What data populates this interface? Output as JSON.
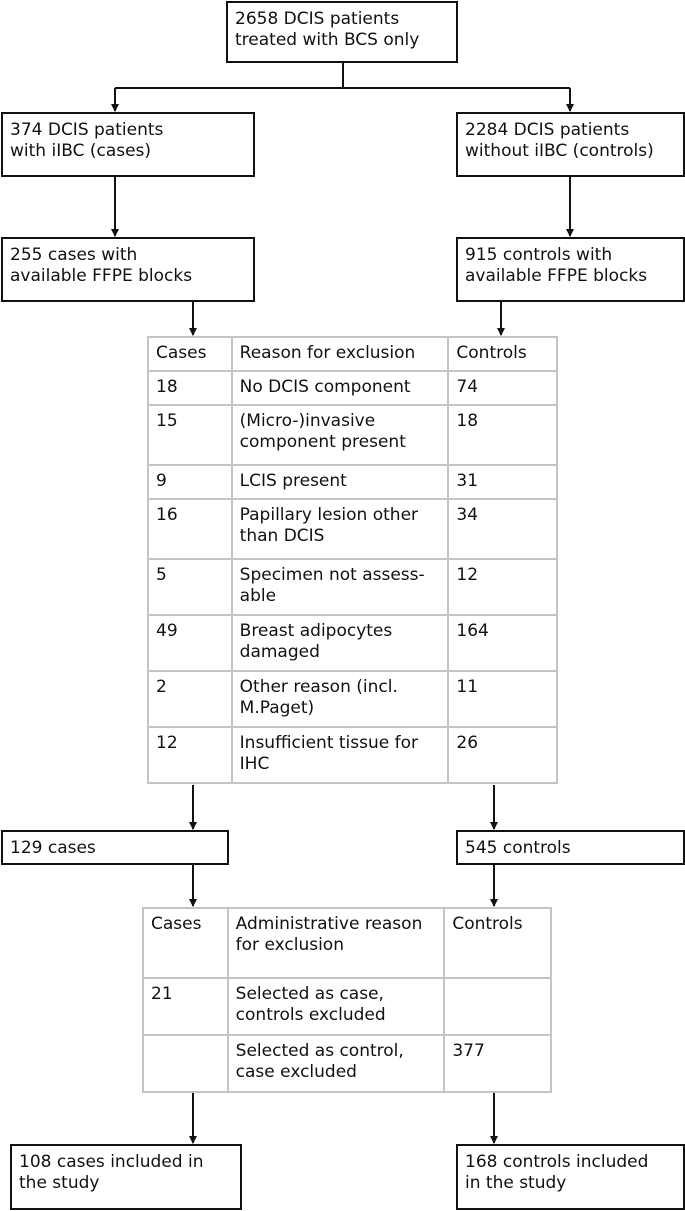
{
  "boxes": {
    "top": [
      "2658 DCIS patients",
      "treated with BCS only"
    ],
    "cases_total": [
      "374 DCIS patients",
      "with iIBC (cases)"
    ],
    "controls_total": [
      "2284 DCIS patients",
      "without iIBC (controls)"
    ],
    "cases_ffpe": [
      "255 cases with",
      "available FFPE blocks"
    ],
    "controls_ffpe": [
      "915 controls with",
      "available FFPE blocks"
    ],
    "cases_after": [
      "129 cases"
    ],
    "controls_after": [
      "545 controls"
    ],
    "cases_final": [
      "108 cases included in",
      "the study"
    ],
    "controls_final": [
      "168 controls included",
      "in the study"
    ]
  },
  "table1": {
    "headers": [
      "Cases",
      "Reason for exclusion",
      "Controls"
    ],
    "rows": [
      {
        "cases": "18",
        "reason": [
          "No DCIS component"
        ],
        "controls": "74"
      },
      {
        "cases": "15",
        "reason": [
          "(Micro-)invasive",
          "component present"
        ],
        "controls": "18"
      },
      {
        "cases": "9",
        "reason": [
          "LCIS present"
        ],
        "controls": "31"
      },
      {
        "cases": "16",
        "reason": [
          "Papillary lesion other",
          "than DCIS"
        ],
        "controls": "34"
      },
      {
        "cases": "5",
        "reason": [
          "Specimen not assess-",
          "able"
        ],
        "controls": "12"
      },
      {
        "cases": "49",
        "reason": [
          "Breast adipocytes",
          "damaged"
        ],
        "controls": "164"
      },
      {
        "cases": "2",
        "reason": [
          "Other reason (incl.",
          "M.Paget)"
        ],
        "controls": "11"
      },
      {
        "cases": "12",
        "reason": [
          "Insufficient tissue for",
          "IHC"
        ],
        "controls": "26"
      }
    ]
  },
  "table2": {
    "headers": [
      "Cases",
      [
        "Administrative reason",
        "for exclusion"
      ],
      "Controls"
    ],
    "rows": [
      {
        "cases": "21",
        "reason": [
          "Selected as case,",
          "controls excluded"
        ],
        "controls": ""
      },
      {
        "cases": "",
        "reason": [
          "Selected as control,",
          "case excluded"
        ],
        "controls": "377"
      }
    ]
  }
}
